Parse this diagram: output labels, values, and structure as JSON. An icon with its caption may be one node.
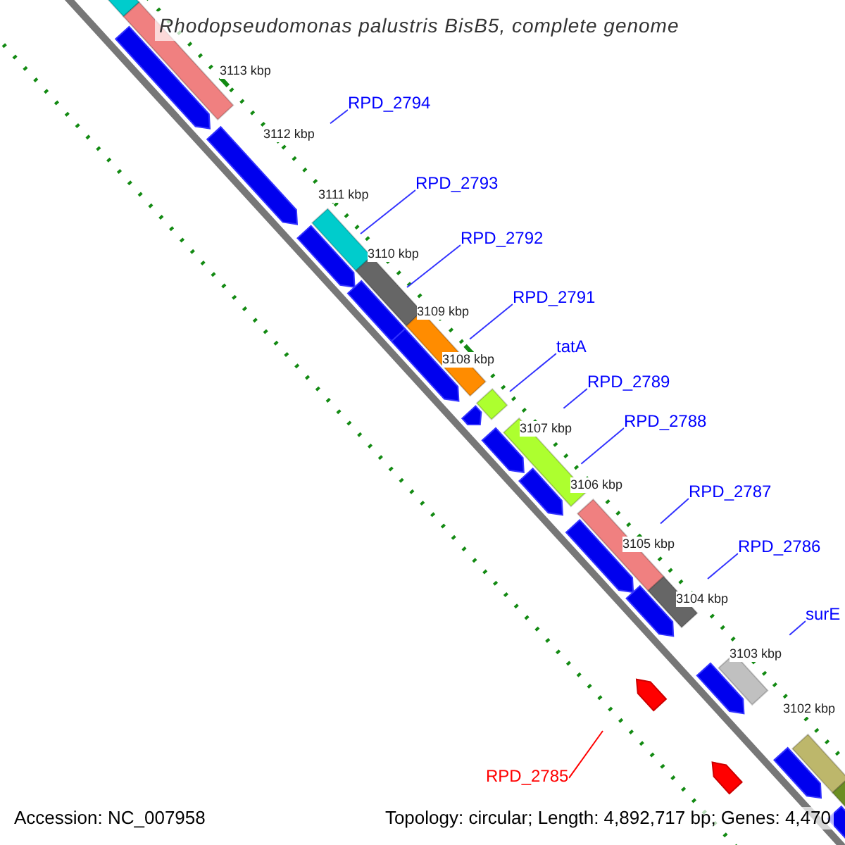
{
  "diagram": {
    "title": "Rhodopseudomonas palustris BisB5, complete genome",
    "nodes": [
      {
        "text": [
          "RPD_2794"
        ]
      },
      {
        "text": [
          "RPD_2793"
        ]
      },
      {
        "text": [
          "RPD_2792"
        ]
      },
      {
        "text": [
          "RPD_2791"
        ]
      },
      {
        "text": [
          "tatA"
        ]
      },
      {
        "text": [
          "RPD_2789"
        ]
      },
      {
        "text": [
          "RPD_2788"
        ]
      },
      {
        "text": [
          "RPD_2787"
        ]
      },
      {
        "text": [
          "RPD_2786"
        ]
      },
      {
        "text": [
          "surE"
        ]
      },
      {
        "text": [
          "RPD_2785"
        ]
      }
    ],
    "edges": [
      {
        "from": 0,
        "to": null,
        "arrow": "none"
      },
      {
        "from": 1,
        "to": null,
        "arrow": "none"
      },
      {
        "from": 2,
        "to": null,
        "arrow": "none"
      },
      {
        "from": 3,
        "to": null,
        "arrow": "none"
      },
      {
        "from": 4,
        "to": null,
        "arrow": "none"
      },
      {
        "from": 5,
        "to": null,
        "arrow": "none"
      },
      {
        "from": 6,
        "to": null,
        "arrow": "none"
      },
      {
        "from": 7,
        "to": null,
        "arrow": "none"
      },
      {
        "from": 8,
        "to": null,
        "arrow": "none"
      },
      {
        "from": 9,
        "to": null,
        "arrow": "none"
      },
      {
        "from": 10,
        "to": null,
        "arrow": "none",
        "color": "#ff0000"
      }
    ],
    "labels": [
      "3113 kbp",
      "3112 kbp",
      "3111 kbp",
      "3110 kbp",
      "3109 kbp",
      "3108 kbp",
      "3107 kbp",
      "3106 kbp",
      "3105 kbp",
      "3104 kbp",
      "3103 kbp",
      "3102 kbp",
      "Accession: NC_007958",
      "Topology: circular; Length: 4,892,717 bp; Genes: 4,470"
    ]
  }
}
